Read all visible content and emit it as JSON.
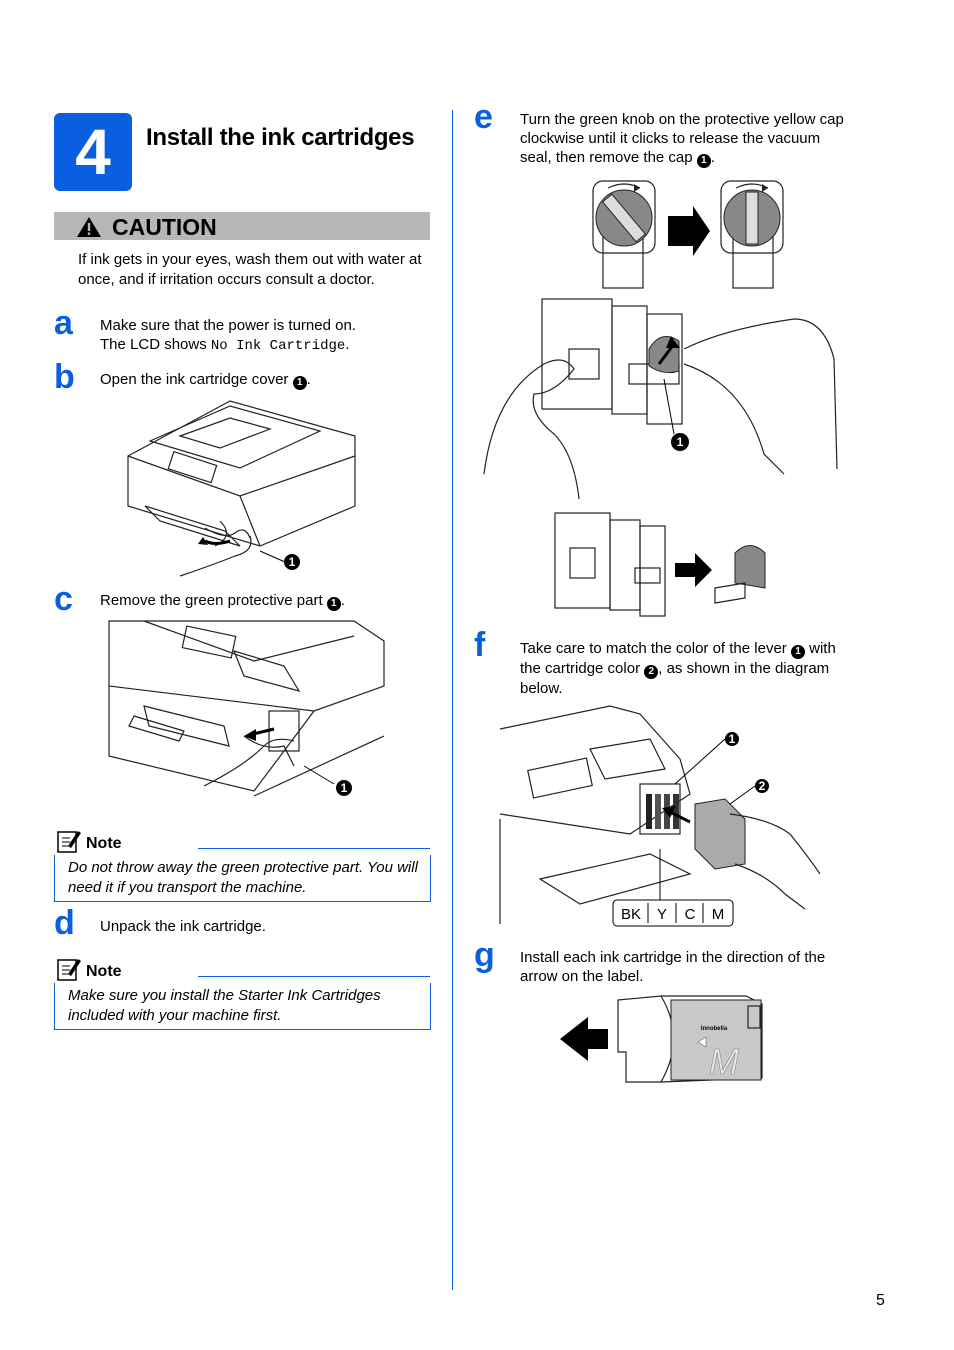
{
  "section": {
    "number": "4",
    "title": "Install the ink cartridges"
  },
  "caution": {
    "label": "CAUTION",
    "text": "If ink gets in your eyes, wash them out with water at once, and if irritation occurs consult a doctor."
  },
  "steps": {
    "a": {
      "letter": "a",
      "text_line1": "Make sure that the power is turned on.",
      "text_line2_prefix": "The LCD shows ",
      "lcd_text": "No Ink Cartridge",
      "text_line2_suffix": "."
    },
    "b": {
      "letter": "b",
      "text": "Open the ink cartridge cover ",
      "callout": "1",
      "suffix": "."
    },
    "c": {
      "letter": "c",
      "text": "Remove the green protective part ",
      "callout": "1",
      "suffix": "."
    },
    "d": {
      "letter": "d",
      "text": "Unpack the ink cartridge."
    },
    "e": {
      "letter": "e",
      "text": "Turn the green knob on the protective yellow cap clockwise until it clicks to release the vacuum seal, then remove the cap ",
      "callout": "1",
      "suffix": "."
    },
    "f": {
      "letter": "f",
      "text_part1": "Take care to match the color of the lever ",
      "callout1": "1",
      "text_part2": " with the cartridge color ",
      "callout2": "2",
      "text_part3": ", as shown in the diagram below."
    },
    "g": {
      "letter": "g",
      "text": "Install each ink cartridge in the direction of the arrow on the label."
    }
  },
  "note1": {
    "label": "Note",
    "text": "Do not throw away the green protective part. You will need it if you transport the machine."
  },
  "note2": {
    "label": "Note",
    "text": "Make sure you install the Starter Ink Cartridges included with your machine first."
  },
  "figures": {
    "b_callout": "1",
    "c_callout": "1",
    "e_callout": "1",
    "f_callout1": "1",
    "f_callout2": "2",
    "f_colors": [
      "BK",
      "Y",
      "C",
      "M"
    ],
    "g_label_brand": "Innobella",
    "g_label_color": "M"
  },
  "page_number": "5",
  "colors": {
    "accent": "#0a5fe0",
    "caution_bar": "#b7b7b7"
  }
}
